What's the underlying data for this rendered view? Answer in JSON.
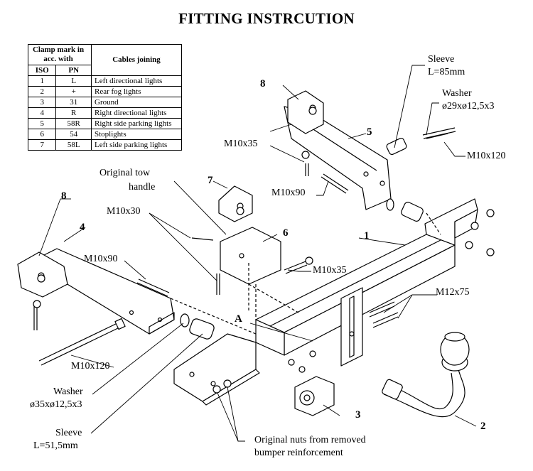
{
  "title": "FITTING INSTRCUTION",
  "table": {
    "head_clamp": "Clamp mark in acc. with",
    "head_cables": "Cables joining",
    "head_iso": "ISO",
    "head_pn": "PN",
    "rows": [
      {
        "iso": "1",
        "pn": "L",
        "desc": "Left directional lights"
      },
      {
        "iso": "2",
        "pn": "+",
        "desc": "Rear fog lights"
      },
      {
        "iso": "3",
        "pn": "31",
        "desc": "Ground"
      },
      {
        "iso": "4",
        "pn": "R",
        "desc": "Right directional lights"
      },
      {
        "iso": "5",
        "pn": "58R",
        "desc": "Right side parking lights"
      },
      {
        "iso": "6",
        "pn": "54",
        "desc": "Stoplights"
      },
      {
        "iso": "7",
        "pn": "58L",
        "desc": "Left side parking lights"
      }
    ]
  },
  "labels": {
    "sleeve_top": "Sleeve",
    "sleeve_top_len": "L=85mm",
    "washer_top": "Washer",
    "washer_top_dim": "ø29xø12,5x3",
    "m10x120_right": "M10x120",
    "m10x35_top": "M10x35",
    "m10x90_top": "M10x90",
    "orig_tow": "Original tow",
    "orig_tow2": "handle",
    "m10x30": "M10x30",
    "m10x90_left": "M10x90",
    "m10x35_mid": "M10x35",
    "m12x75": "M12x75",
    "a": "A",
    "m10x120_left": "M10x120",
    "washer_left": "Washer",
    "washer_left_dim": "ø35xø12,5x3",
    "sleeve_left": "Sleeve",
    "sleeve_left_len": "L=51,5mm",
    "orig_nuts": "Original nuts from removed",
    "orig_nuts2": "bumper reinforcement"
  },
  "parts": {
    "p1": "1",
    "p2": "2",
    "p3": "3",
    "p4": "4",
    "p5": "5",
    "p6": "6",
    "p7": "7",
    "p8_top": "8",
    "p8_left": "8"
  }
}
